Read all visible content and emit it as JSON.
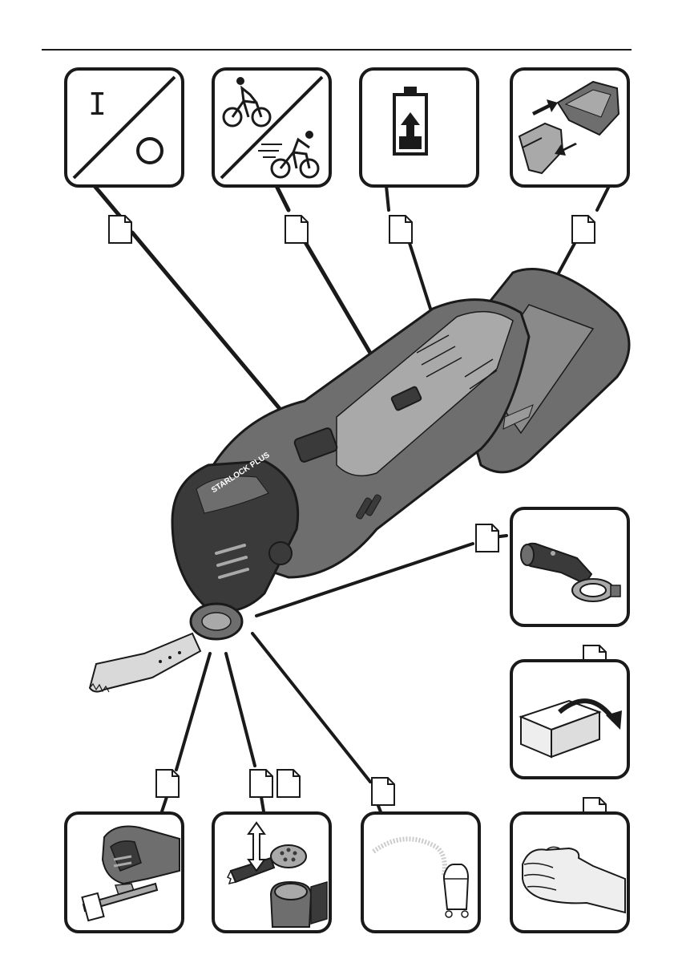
{
  "symbols": {
    "on_label": "I",
    "off_label": "O"
  },
  "tool": {
    "brand_label": "STARLOCK PLUS"
  },
  "colors": {
    "tool_dark": "#3a3a3a",
    "tool_mid": "#6e6e6e",
    "tool_light": "#a9a9a9",
    "outline": "#1a1a1a"
  },
  "figures": [
    {
      "id": "on-off",
      "icon": "on-off-switch-icon"
    },
    {
      "id": "speed",
      "icon": "cyclist-speed-icon"
    },
    {
      "id": "battery",
      "icon": "battery-charge-icon"
    },
    {
      "id": "battery-insert",
      "icon": "battery-insert-icon"
    },
    {
      "id": "dust-adapter",
      "icon": "dust-extraction-adapter-icon"
    },
    {
      "id": "packaging",
      "icon": "packaging-open-icon"
    },
    {
      "id": "hand",
      "icon": "hand-vibration-icon"
    },
    {
      "id": "depth-stop",
      "icon": "depth-stop-icon"
    },
    {
      "id": "tool-change",
      "icon": "tool-change-icon"
    },
    {
      "id": "vacuum",
      "icon": "vacuum-cleaner-icon"
    }
  ]
}
